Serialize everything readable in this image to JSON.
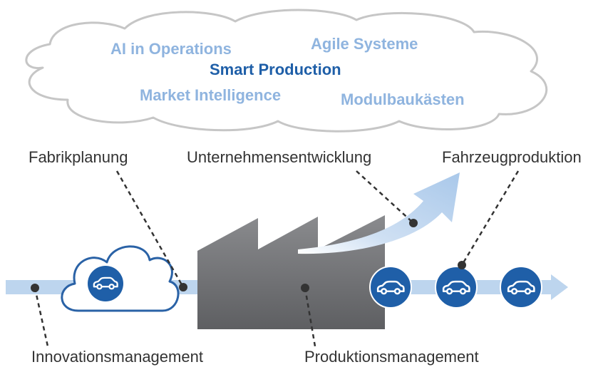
{
  "cloud_terms": [
    {
      "id": "ai",
      "text": "AI in Operations"
    },
    {
      "id": "agile",
      "text": "Agile Systeme"
    },
    {
      "id": "smart",
      "text": "Smart Production"
    },
    {
      "id": "market",
      "text": "Market Intelligence"
    },
    {
      "id": "modul",
      "text": "Modulbaukästen"
    }
  ],
  "labels": {
    "fabrikplanung": "Fabrikplanung",
    "unternehmensentwicklung": "Unternehmensentwicklung",
    "fahrzeugproduktion": "Fahrzeugproduktion",
    "innovationsmanagement": "Innovationsmanagement",
    "produktionsmanagement": "Produktionsmanagement"
  },
  "colors": {
    "cloud_text_light": "#8fb4df",
    "cloud_text_dark": "#1f5fa8",
    "flow_arrow": "#bdd5ee",
    "car_circle": "#1f5fa8",
    "factory": "#6d6e71",
    "label_text": "#333333"
  }
}
